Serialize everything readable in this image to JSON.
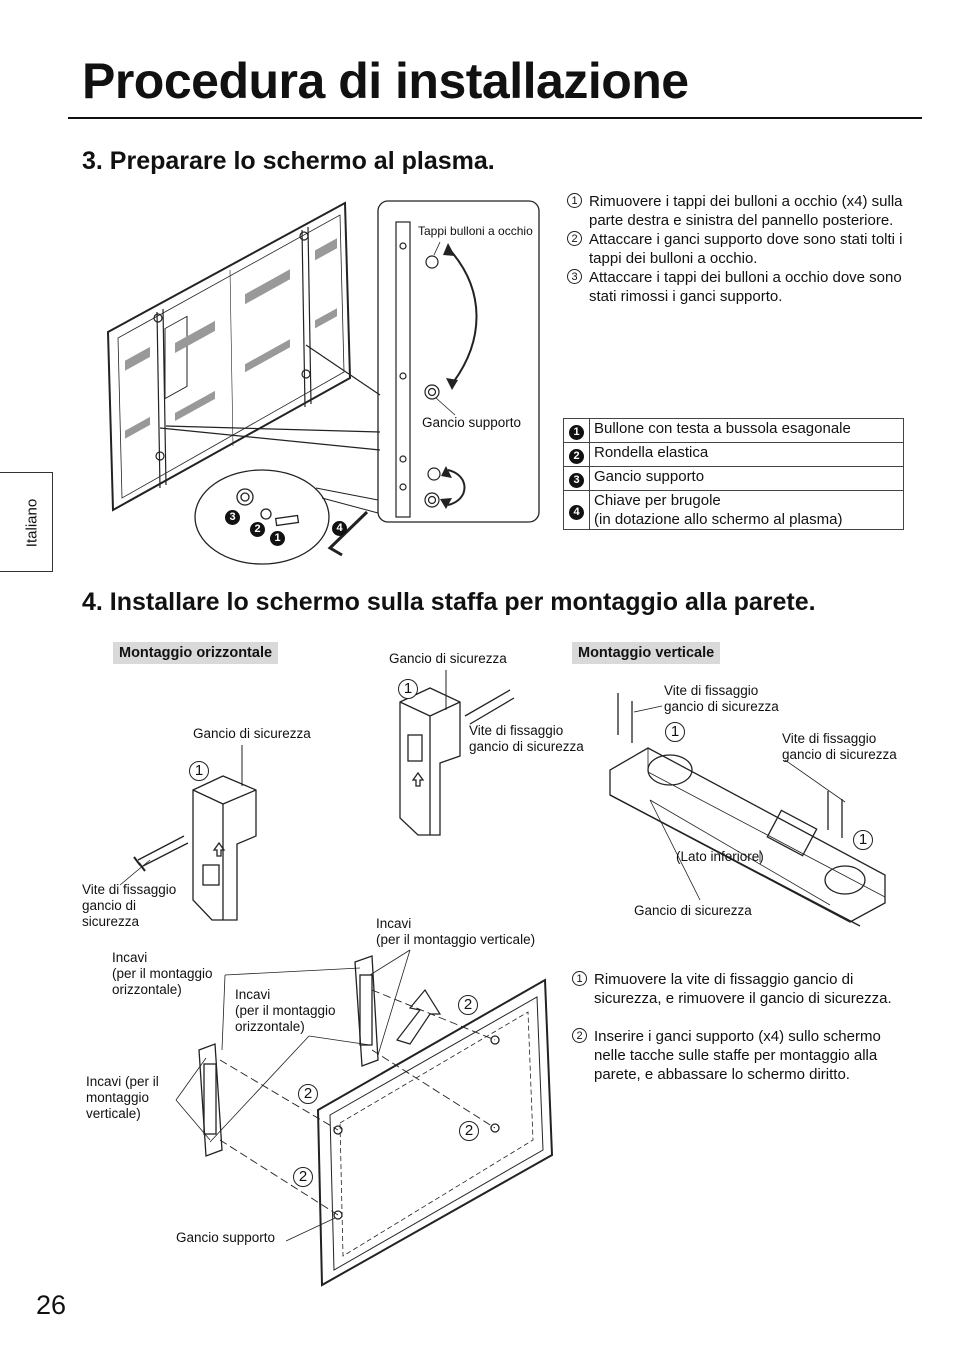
{
  "page": {
    "title": "Procedura di installazione",
    "side_tab": "Italiano",
    "page_number": "26"
  },
  "section3": {
    "heading": "3. Preparare lo schermo al plasma.",
    "labels": {
      "caps": "Tappi bulloni a occhio",
      "bracket": "Gancio supporto"
    },
    "markers": {
      "m1": "❶",
      "m2": "❷",
      "m3": "❸",
      "m4": "❹"
    },
    "steps": [
      {
        "num": "1",
        "text": "Rimuovere i tappi dei bulloni a occhio (x4) sulla parte destra e sinistra del pannello posteriore."
      },
      {
        "num": "2",
        "text": "Attaccare i ganci supporto dove sono stati tolti i tappi dei bulloni a occhio."
      },
      {
        "num": "3",
        "text": "Attaccare i tappi dei bulloni a occhio dove sono stati rimossi i ganci supporto."
      }
    ],
    "parts": [
      {
        "num": "1",
        "line1": "Bullone con testa a bussola esagonale",
        "line2": ""
      },
      {
        "num": "2",
        "line1": "Rondella elastica",
        "line2": ""
      },
      {
        "num": "3",
        "line1": "Gancio supporto",
        "line2": ""
      },
      {
        "num": "4",
        "line1": "Chiave per brugole",
        "line2": "(in dotazione allo schermo al plasma)"
      }
    ]
  },
  "section4": {
    "heading": "4. Installare lo schermo sulla staffa per montaggio alla parete.",
    "tag_horizontal": "Montaggio orizzontale",
    "tag_vertical": "Montaggio verticale",
    "labels": {
      "safety_hook_a": "Gancio di sicurezza",
      "safety_hook_b": "Gancio di sicurezza",
      "safety_hook_c": "Gancio di sicurezza",
      "screw_a1": "Vite di fissaggio",
      "screw_a2": "gancio di",
      "screw_a3": "sicurezza",
      "screw_b1": "Vite di fissaggio",
      "screw_b2": "gancio di sicurezza",
      "screw_c1": "Vite di fissaggio",
      "screw_c2": "gancio di sicurezza",
      "screw_d1": "Vite di fissaggio",
      "screw_d2": "gancio di sicurezza",
      "lower_side": "(Lato inferiore)",
      "slots_v_top1": "Incavi",
      "slots_v_top2": "(per il montaggio verticale)",
      "slots_h_left1": "Incavi",
      "slots_h_left2": "(per il montaggio",
      "slots_h_left3": "orizzontale)",
      "slots_h_mid1": "Incavi",
      "slots_h_mid2": "(per il montaggio",
      "slots_h_mid3": "orizzontale)",
      "slots_v_left1": "Incavi (per il",
      "slots_v_left2": "montaggio",
      "slots_v_left3": "verticale)",
      "support_hook": "Gancio supporto"
    },
    "callouts": {
      "one": "1",
      "two": "2"
    },
    "steps": [
      {
        "num": "1",
        "text": "Rimuovere la vite di fissaggio gancio di sicurezza, e rimuovere il gancio di sicurezza."
      },
      {
        "num": "2",
        "text": "Inserire i ganci supporto (x4) sullo schermo nelle tacche sulle staffe per montaggio alla parete, e abbassare lo schermo diritto."
      }
    ]
  }
}
